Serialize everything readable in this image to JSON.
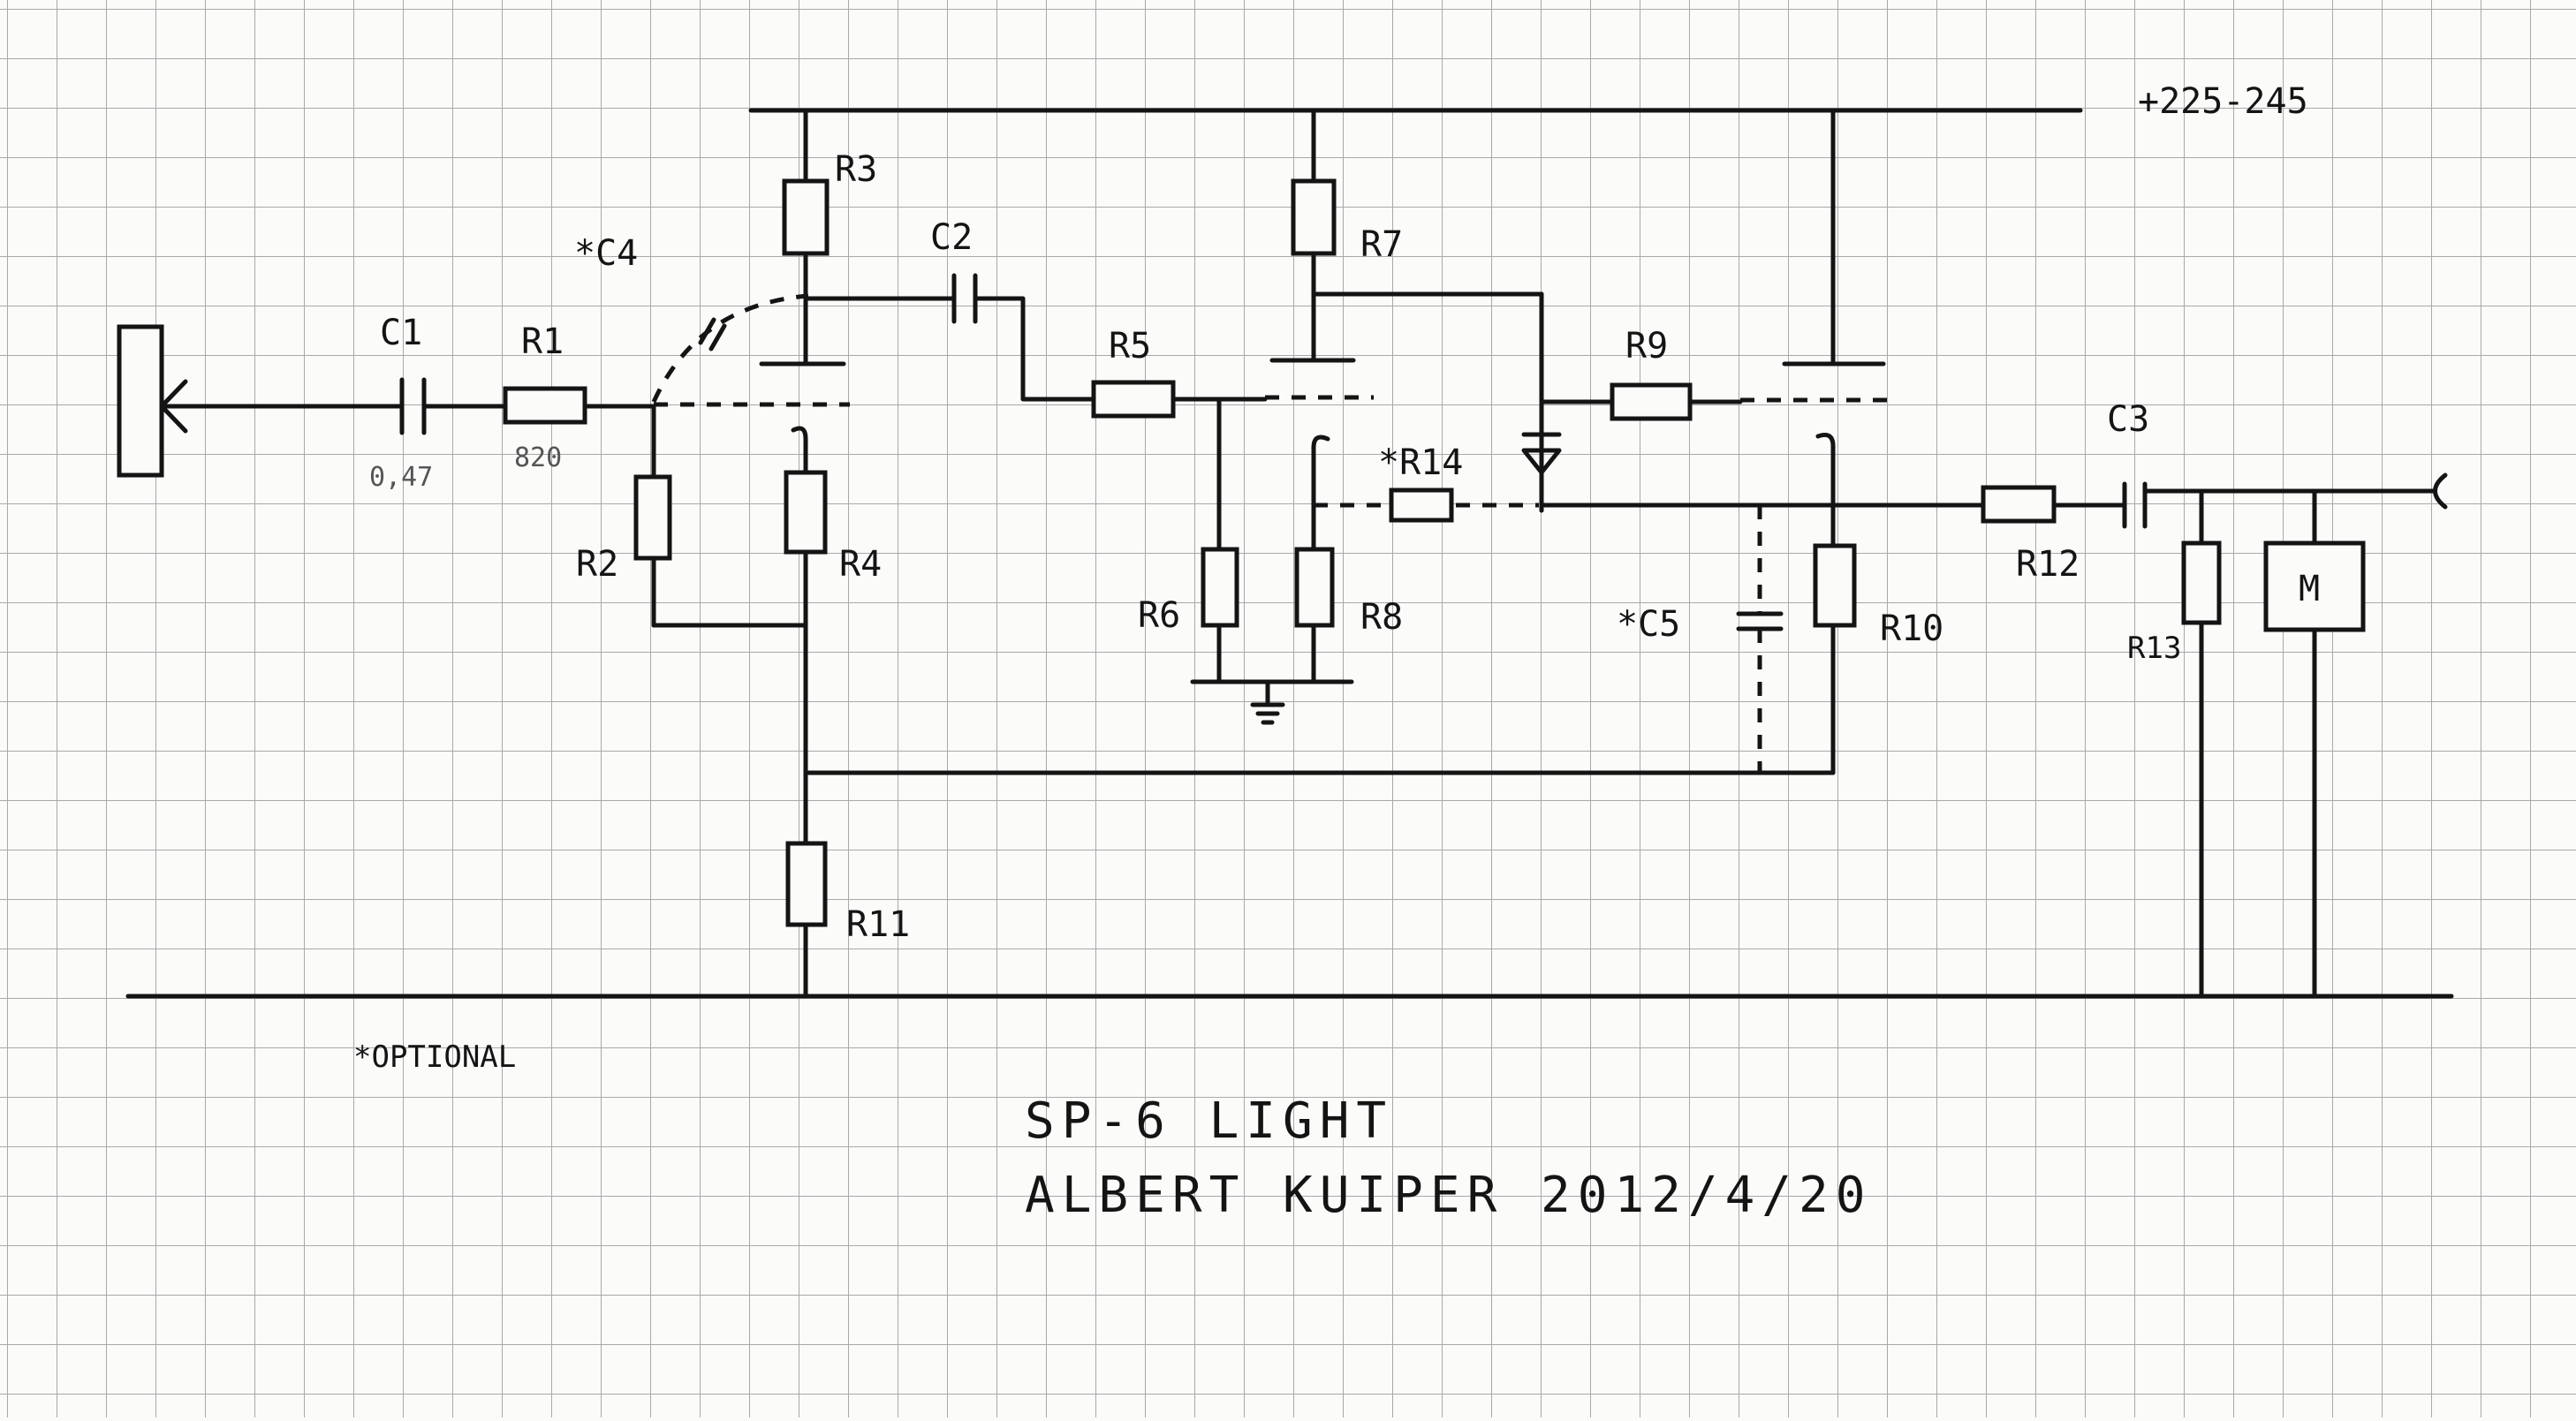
{
  "supply_label": "+225-245",
  "title_line1": "SP-6 LIGHT",
  "title_line2": "ALBERT KUIPER 2012/4/20",
  "optional_note": "*OPTIONAL",
  "components": {
    "c1": "C1",
    "c1_value": "0,47",
    "r1": "R1",
    "r1_value": "820",
    "c4": "*C4",
    "r2": "R2",
    "r3": "R3",
    "r4": "R4",
    "c2": "C2",
    "r5": "R5",
    "r6": "R6",
    "r7": "R7",
    "r8": "R8",
    "r14": "*R14",
    "r9": "R9",
    "c5": "*C5",
    "r10": "R10",
    "r11": "R11",
    "r12": "R12",
    "c3": "C3",
    "r13": "R13",
    "meter": "M"
  },
  "colors": {
    "paper": "#fbfbfa",
    "grid": "#a9a9a9",
    "ink": "#141414",
    "pencil": "#555555"
  }
}
